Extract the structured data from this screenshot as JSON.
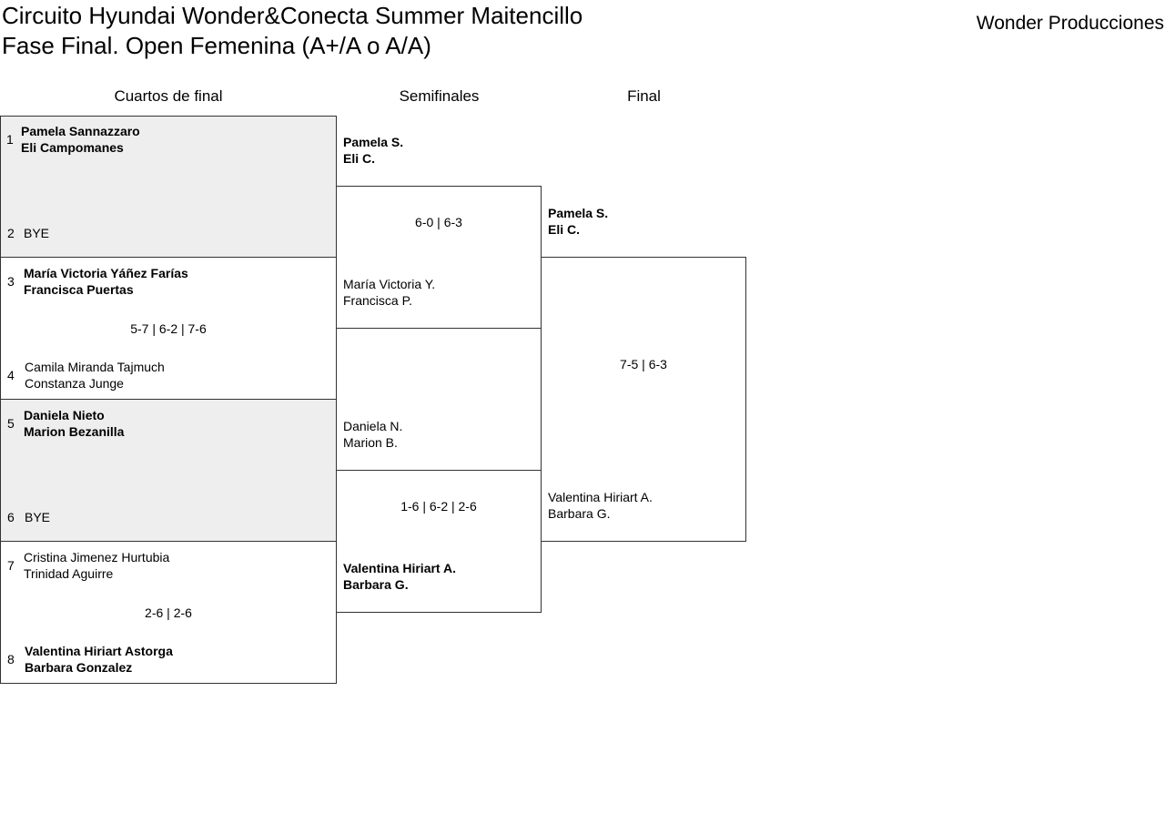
{
  "header": {
    "title_line1": "Circuito Hyundai Wonder&Conecta Summer Maitencillo",
    "title_line2": "Fase Final. Open Femenina (A+/A o A/A)",
    "organizer": "Wonder Producciones"
  },
  "rounds": {
    "quarterfinals": "Cuartos de final",
    "semifinals": "Semifinales",
    "final": "Final"
  },
  "quarterfinals": [
    {
      "top": {
        "seed": "1",
        "p1": "Pamela Sannazzaro",
        "p2": "Eli Campomanes"
      },
      "bottom": {
        "seed": "2",
        "p1": "BYE",
        "p2": ""
      },
      "score": ""
    },
    {
      "top": {
        "seed": "3",
        "p1": "María Victoria Yáñez Farías",
        "p2": "Francisca Puertas"
      },
      "bottom": {
        "seed": "4",
        "p1": "Camila Miranda Tajmuch",
        "p2": "Constanza Junge"
      },
      "score": "5-7 | 6-2 | 7-6"
    },
    {
      "top": {
        "seed": "5",
        "p1": "Daniela Nieto",
        "p2": "Marion Bezanilla"
      },
      "bottom": {
        "seed": "6",
        "p1": "BYE",
        "p2": ""
      },
      "score": ""
    },
    {
      "top": {
        "seed": "7",
        "p1": "Cristina Jimenez Hurtubia",
        "p2": "Trinidad Aguirre"
      },
      "bottom": {
        "seed": "8",
        "p1": "Valentina Hiriart Astorga",
        "p2": "Barbara Gonzalez"
      },
      "score": "2-6 | 2-6"
    }
  ],
  "semifinals": [
    {
      "top": {
        "p1": "Pamela S.",
        "p2": "Eli C."
      },
      "bottom": {
        "p1": "María Victoria Y.",
        "p2": "Francisca P."
      },
      "score": "6-0 | 6-3"
    },
    {
      "top": {
        "p1": "Daniela N.",
        "p2": "Marion B."
      },
      "bottom": {
        "p1": "Valentina Hiriart A.",
        "p2": "Barbara G."
      },
      "score": "1-6 | 6-2 | 2-6"
    }
  ],
  "final": {
    "top": {
      "p1": "Pamela S.",
      "p2": "Eli C."
    },
    "bottom": {
      "p1": "Valentina Hiriart A.",
      "p2": "Barbara G."
    },
    "score": "7-5 | 6-3"
  }
}
